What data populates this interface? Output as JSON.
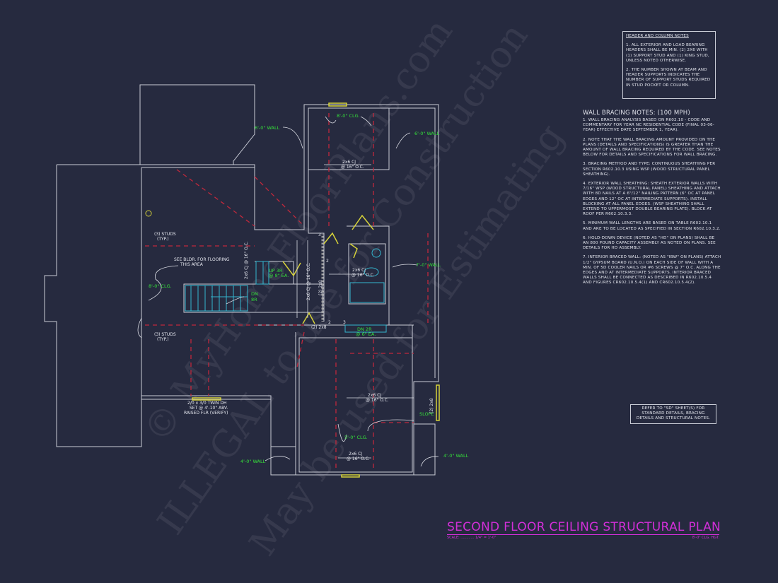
{
  "title": "SECOND FLOOR CEILING STRUCTURAL PLAN",
  "scale_label": "SCALE: ............ 1/4\" = 1'-0\"",
  "ceiling_height": "8'-0\" CLG. HGT.",
  "header_notes": {
    "heading": "HEADER AND COLUMN NOTES",
    "items": [
      "1. ALL EXTERIOR AND LOAD BEARING HEADERS SHALL BE MIN. (2) 2x6 WITH (1) SUPPORT STUD AND (1) KING STUD, UNLESS NOTED OTHERWISE.",
      "2. THE NUMBER SHOWN AT BEAM AND HEADER SUPPORTS INDICATES THE NUMBER OF SUPPORT STUDS REQUIRED IN STUD POCKET OR COLUMN."
    ]
  },
  "bracing_notes": {
    "heading": "WALL BRACING NOTES: (100 MPH)",
    "items": [
      "1. WALL BRACING ANALYSIS BASED ON R602.10 - CODE AND COMMENTARY FOR YEAR NC RESIDENTIAL CODE (FINAL 03-06-YEAR) EFFECTIVE DATE SEPTEMBER 1, YEAR).",
      "2. NOTE THAT THE WALL BRACING AMOUNT PROVIDED ON THE PLANS (DETAILS AND SPECIFICATIONS) IS GREATER THAN THE AMOUNT OF WALL BRACING REQUIRED BY THE CODE. SEE NOTES BELOW FOR DETAILS AND SPECIFICATIONS FOR WALL BRACING.",
      "3. BRACING METHOD AND TYPE: CONTINUOUS SHEATHING PER SECTION R602.10.3 USING WSP (WOOD STRUCTURAL PANEL SHEATHING).",
      "4. EXTERIOR WALL SHEATHING: SHEATH EXTERIOR WALLS WITH 7/16\" WSP (WOOD STRUCTURAL PANEL) SHEATHING AND ATTACH WITH 8d NAILS AT A 6\"/12\" NAILING PATTERN (6\" OC AT PANEL EDGES AND 12\" OC AT INTERMEDIATE SUPPORTS). INSTALL BLOCKING AT ALL PANEL EDGES. (WSP SHEATHING SHALL EXTEND TO UPPERMOST DOUBLE BEARING PLATE). BLOCK AT ROOF PER R602.10.3.3.",
      "5. MINIMUM WALL LENGTHS ARE BASED ON TABLE R602.10.1 AND ARE TO BE LOCATED AS SPECIFIED IN SECTION R602.10.3.2.",
      "6. HOLD-DOWN DEVICE (NOTED AS \"HD\" ON PLANS) SHALL BE AN 800 POUND CAPACITY ASSEMBLY AS NOTED ON PLANS. SEE DETAILS FOR HD ASSEMBLY.",
      "7. INTERIOR BRACED WALL: (NOTED AS \"IBW\" ON PLANS) ATTACH 1/2\" GYPSUM BOARD (U.N.O.) ON EACH SIDE OF WALL WITH A MIN. OF 5d COOLER NAILS OR #6 SCREWS @ 7\" O.C. ALONG THE EDGES AND AT INTERMEDIATE SUPPORTS. INTERIOR BRACED WALLS SHALL BE CONNECTED AS DESCRIBED IN R602.10.5.4 AND FIGURES CR602.10.5.4(1) AND CR602.10.5.4(2)."
    ]
  },
  "refer_note": "REFER TO \"SD\" SHEET(S) FOR STANDARD DETAILS, BRACING DETAILS AND STRUCTURAL NOTES.",
  "plan_labels": {
    "wall_6_left": "6'-0\" WALL",
    "wall_6_right": "6'-0\" WALL",
    "clg_8_top": "8'-0\" CLG.",
    "cj_top_1": "2x6 CJ",
    "cj_top_2": "@ 16\" O.C.",
    "studs_1a": "(3) STUDS",
    "studs_1b": "(TYP.)",
    "studs_2a": "(3) STUDS",
    "studs_2b": "(TYP.)",
    "see_bldr_1": "SEE BLDR. FOR FLOORING",
    "see_bldr_2": "THIS AREA",
    "clg_8_left": "8'-0\" CLG.",
    "cj_v1": "2x6 CJ @ 16\" O.C.",
    "cj_v2": "2x6 CJ @ 16\" O.C.",
    "beam_2x8": "(2) 2x8",
    "up_1": "UP 3R",
    "up_2": "@ 8\" EA.",
    "dn_1": "DN",
    "dn_2": "8R",
    "cj_bath_1": "2x6 CJ",
    "cj_bath_2": "@ 16\" O.C.",
    "wall_7": "7'-0\" WALL",
    "hdr_2x8": "(2) 2x8",
    "dn2_1": "DN 2R",
    "dn2_2": "@ 6\" EA.",
    "window_1": "2/0 x 3/0 TWIN DH",
    "window_2": "SET @ 4'-10\" ABV.",
    "window_3": "RAISED FLR (VERIFY)",
    "cj_bot_1": "2x6 CJ",
    "cj_bot_2": "@ 16\" O.C.",
    "slope": "SLOPE",
    "hdr_right": "(2) 2x8",
    "clg_5": "5'-0\" CLG.",
    "cj_bot2_1": "2x6 CJ",
    "cj_bot2_2": "@ 16\" O.C.",
    "wall_4_left": "4'-0\" WALL",
    "wall_4_right": "4'-0\" WALL",
    "num_3a": "3",
    "num_2a": "2",
    "num_2b": "2",
    "num_3b": "3"
  },
  "watermark": [
    "© MyHomeFloorPlans.com",
    "ILLEGAL to use for Construction",
    "May be used for Estimating"
  ],
  "colors": {
    "background": "#262a3f",
    "walls": "#c9ccd6",
    "joists": "#c0283c",
    "labels_green": "#35e03a",
    "title_magenta": "#d22fd8",
    "stairs": "#34b7cf",
    "headers": "#d6d23a"
  }
}
